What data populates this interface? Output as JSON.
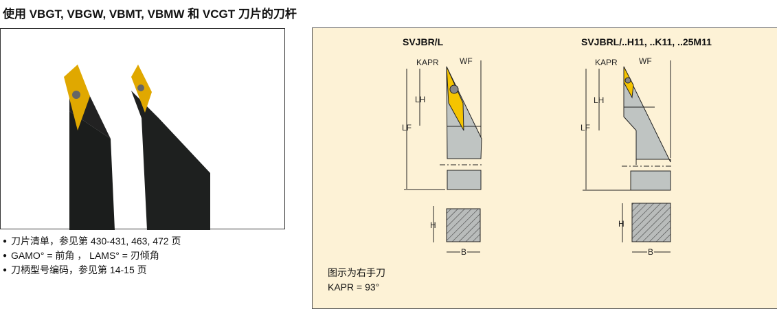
{
  "title": "使用 VBGT, VBGW, VBMT, VBMW 和 VCGT 刀片的刀杆",
  "notes": [
    "刀片清单，参见第 430-431, 463, 472 页",
    "GAMO° = 前角 ， LAMS° = 刃倾角",
    "刀柄型号编码，参见第 14-15 页"
  ],
  "drawings": [
    {
      "heading": "SVJBR/L",
      "labels": {
        "kapr": "KAPR",
        "wf": "WF",
        "lh": "LH",
        "lf": "LF",
        "h": "H",
        "b": "B"
      }
    },
    {
      "heading": "SVJBRL/..H11, ..K11, ..25M11",
      "labels": {
        "kapr": "KAPR",
        "wf": "WF",
        "lh": "LH",
        "lf": "LF",
        "h": "H",
        "b": "B"
      }
    }
  ],
  "footer": {
    "line1": "图示为右手刀",
    "line2": "KAPR = 93°"
  },
  "colors": {
    "panel": "#fdf2d6",
    "insert": "#f5c400",
    "body": "#bfc4c2",
    "shank": "#1b1d1c"
  }
}
